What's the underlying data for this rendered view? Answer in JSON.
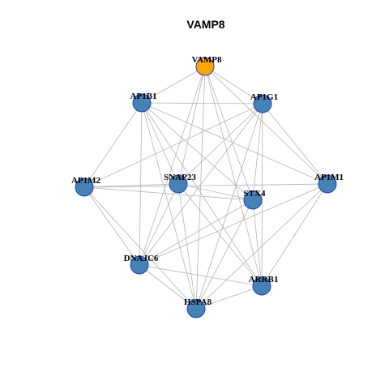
{
  "title": "VAMP8",
  "colors": {
    "highlight_fill": "#FFA500",
    "node_fill": "#4682B4",
    "node_border": "#1F3FBF",
    "edge": "#B3B3B3"
  },
  "nodes": [
    {
      "id": "VAMP8",
      "label": "VAMP8",
      "highlight": true
    },
    {
      "id": "AP1B1",
      "label": "AP1B1",
      "highlight": false
    },
    {
      "id": "AP1G1",
      "label": "AP1G1",
      "highlight": false
    },
    {
      "id": "AP1M2",
      "label": "AP1M2",
      "highlight": false
    },
    {
      "id": "SNAP23",
      "label": "SNAP23",
      "highlight": false
    },
    {
      "id": "STX4",
      "label": "STX4",
      "highlight": false
    },
    {
      "id": "AP1M1",
      "label": "AP1M1",
      "highlight": false
    },
    {
      "id": "DNAJC6",
      "label": "DNAJC6",
      "highlight": false
    },
    {
      "id": "ARRB1",
      "label": "ARRB1",
      "highlight": false
    },
    {
      "id": "HSPA8",
      "label": "HSPA8",
      "highlight": false
    }
  ],
  "edges": [
    [
      "VAMP8",
      "AP1B1"
    ],
    [
      "VAMP8",
      "AP1G1"
    ],
    [
      "VAMP8",
      "SNAP23"
    ],
    [
      "VAMP8",
      "STX4"
    ],
    [
      "VAMP8",
      "AP1M1"
    ],
    [
      "VAMP8",
      "DNAJC6"
    ],
    [
      "VAMP8",
      "ARRB1"
    ],
    [
      "VAMP8",
      "HSPA8"
    ],
    [
      "AP1B1",
      "AP1G1"
    ],
    [
      "AP1B1",
      "AP1M2"
    ],
    [
      "AP1B1",
      "STX4"
    ],
    [
      "AP1B1",
      "AP1M1"
    ],
    [
      "AP1B1",
      "DNAJC6"
    ],
    [
      "AP1B1",
      "ARRB1"
    ],
    [
      "AP1B1",
      "HSPA8"
    ],
    [
      "AP1B1",
      "SNAP23"
    ],
    [
      "AP1G1",
      "AP1M2"
    ],
    [
      "AP1G1",
      "SNAP23"
    ],
    [
      "AP1G1",
      "AP1M1"
    ],
    [
      "AP1G1",
      "DNAJC6"
    ],
    [
      "AP1G1",
      "ARRB1"
    ],
    [
      "AP1G1",
      "HSPA8"
    ],
    [
      "AP1G1",
      "STX4"
    ],
    [
      "AP1M2",
      "SNAP23"
    ],
    [
      "AP1M2",
      "STX4"
    ],
    [
      "AP1M2",
      "AP1M1"
    ],
    [
      "AP1M2",
      "DNAJC6"
    ],
    [
      "AP1M2",
      "HSPA8"
    ],
    [
      "SNAP23",
      "STX4"
    ],
    [
      "SNAP23",
      "ARRB1"
    ],
    [
      "SNAP23",
      "HSPA8"
    ],
    [
      "SNAP23",
      "DNAJC6"
    ],
    [
      "STX4",
      "DNAJC6"
    ],
    [
      "STX4",
      "HSPA8"
    ],
    [
      "STX4",
      "ARRB1"
    ],
    [
      "AP1M1",
      "DNAJC6"
    ],
    [
      "AP1M1",
      "ARRB1"
    ],
    [
      "AP1M1",
      "HSPA8"
    ],
    [
      "DNAJC6",
      "ARRB1"
    ],
    [
      "DNAJC6",
      "HSPA8"
    ],
    [
      "ARRB1",
      "HSPA8"
    ]
  ]
}
